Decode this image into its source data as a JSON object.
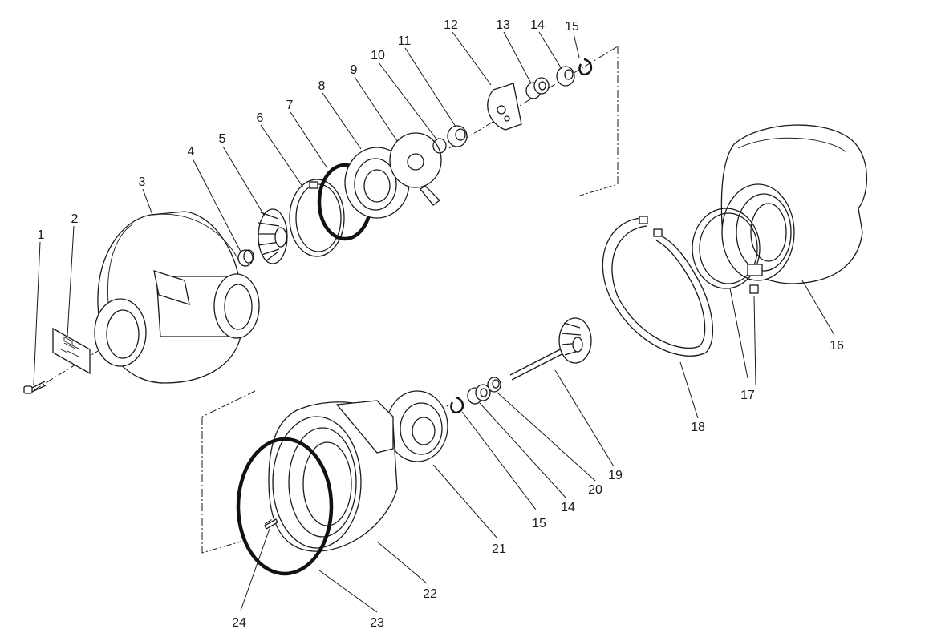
{
  "diagram": {
    "callouts": [
      {
        "id": "c1",
        "label": "1"
      },
      {
        "id": "c2",
        "label": "2"
      },
      {
        "id": "c3",
        "label": "3"
      },
      {
        "id": "c4",
        "label": "4"
      },
      {
        "id": "c5",
        "label": "5"
      },
      {
        "id": "c6",
        "label": "6"
      },
      {
        "id": "c7",
        "label": "7"
      },
      {
        "id": "c8",
        "label": "8"
      },
      {
        "id": "c9",
        "label": "9"
      },
      {
        "id": "c10",
        "label": "10"
      },
      {
        "id": "c11",
        "label": "11"
      },
      {
        "id": "c12",
        "label": "12"
      },
      {
        "id": "c13",
        "label": "13"
      },
      {
        "id": "c14a",
        "label": "14"
      },
      {
        "id": "c15a",
        "label": "15"
      },
      {
        "id": "c16",
        "label": "16"
      },
      {
        "id": "c17",
        "label": "17"
      },
      {
        "id": "c18",
        "label": "18"
      },
      {
        "id": "c19",
        "label": "19"
      },
      {
        "id": "c20",
        "label": "20"
      },
      {
        "id": "c14b",
        "label": "14"
      },
      {
        "id": "c15b",
        "label": "15"
      },
      {
        "id": "c21",
        "label": "21"
      },
      {
        "id": "c22",
        "label": "22"
      },
      {
        "id": "c23",
        "label": "23"
      },
      {
        "id": "c24",
        "label": "24"
      }
    ]
  }
}
